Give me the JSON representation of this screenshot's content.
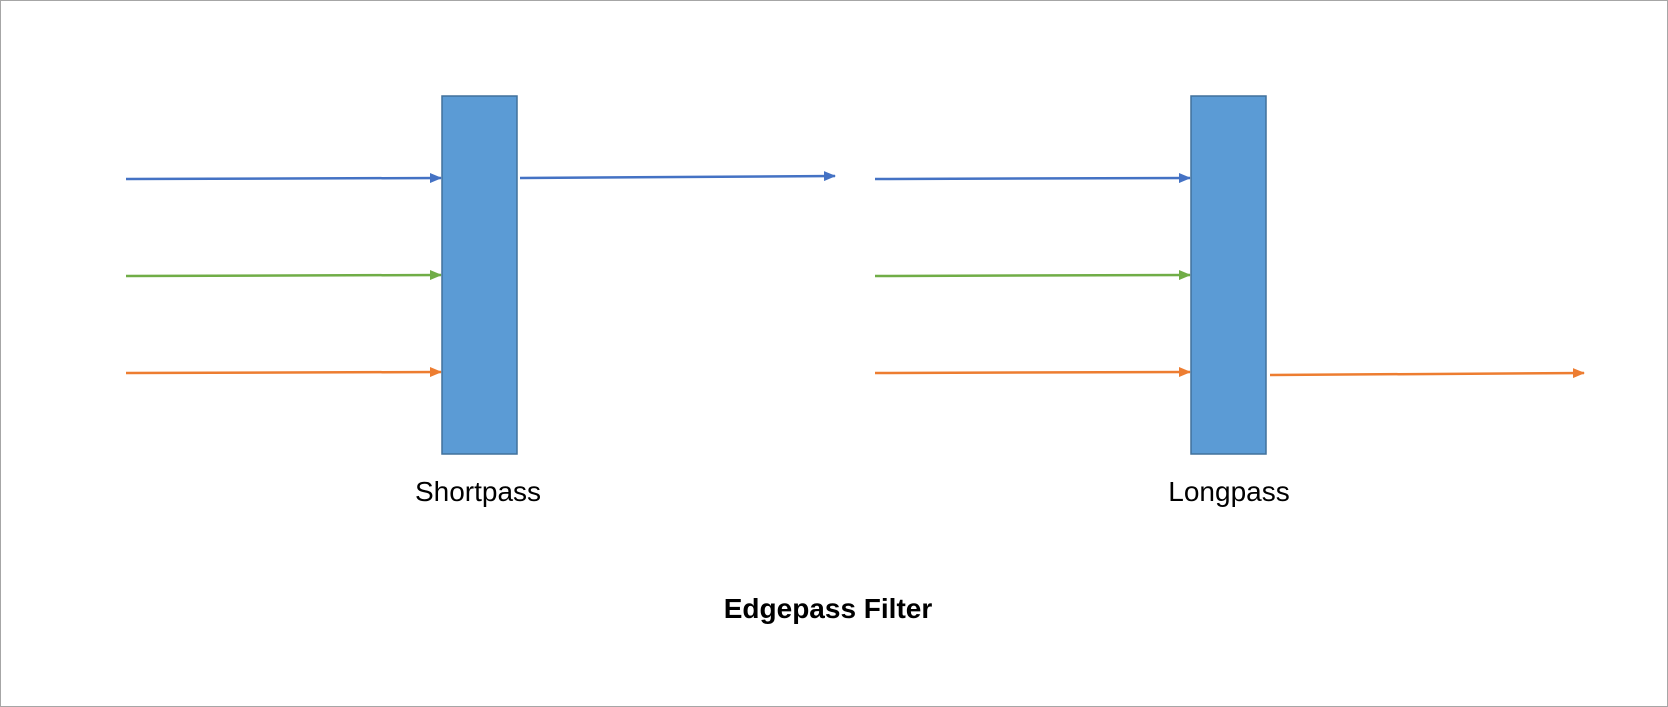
{
  "title": "Edgepass Filter",
  "colors": {
    "filter_fill": "#5b9bd5",
    "filter_stroke": "#41719c",
    "blue": "#4472c4",
    "green": "#70ad47",
    "orange": "#ed7d31"
  },
  "filters": [
    {
      "label": "Shortpass",
      "incoming": [
        "blue",
        "green",
        "orange"
      ],
      "transmitted": [
        "blue"
      ]
    },
    {
      "label": "Longpass",
      "incoming": [
        "blue",
        "green",
        "orange"
      ],
      "transmitted": [
        "orange"
      ]
    }
  ]
}
